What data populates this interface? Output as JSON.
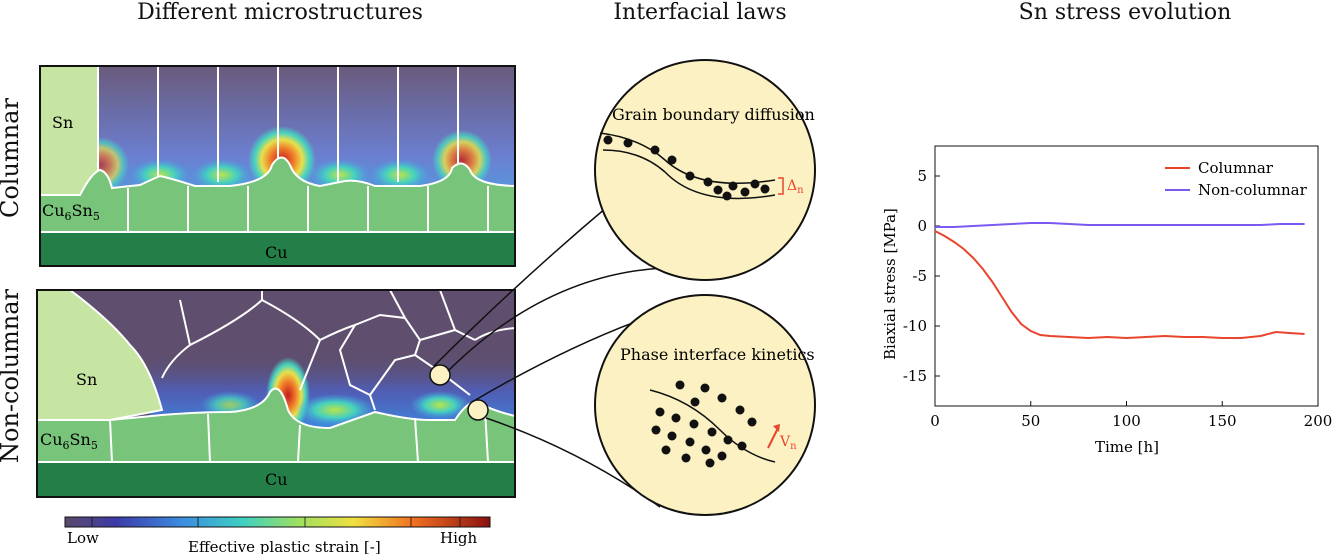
{
  "titles": {
    "left": "Different microstructures",
    "middle": "Interfacial laws",
    "right": "Sn stress evolution"
  },
  "side_labels": {
    "top": "Columnar",
    "bottom": "Non-columnar"
  },
  "colors": {
    "columnar": "#e8452c",
    "non_columnar": "#7a5af0",
    "sn_phase": "#c6e4a2",
    "imc_phase": "#77c47a",
    "cu_phase": "#237f47",
    "circle_fill": "#fbf1c2",
    "strain_low": "#5f4e6d",
    "delta_color": "#e8452c"
  },
  "phases": {
    "sn": "Sn",
    "imc_main": "Cu",
    "imc_sub1": "6",
    "imc_mid": "Sn",
    "imc_sub2": "5",
    "cu": "Cu"
  },
  "colorbar": {
    "label": "Effective plastic strain [-]",
    "low": "Low",
    "high": "High"
  },
  "interfacial": {
    "gb_diffusion": "Grain boundary diffusion",
    "delta_symbol": "Δ",
    "delta_sub": "n",
    "phase_kinetics": "Phase interface kinetics",
    "velocity_symbol": "V",
    "velocity_sub": "n"
  },
  "chart_data": {
    "type": "line",
    "xlabel": "Time [h]",
    "ylabel": "Biaxial stress [MPa]",
    "xlim": [
      0,
      200
    ],
    "ylim": [
      -18,
      8
    ],
    "xticks": [
      0,
      50,
      100,
      150,
      200
    ],
    "yticks": [
      5,
      0,
      -5,
      -10,
      -15
    ],
    "legend_position": "top-right",
    "series": [
      {
        "name": "Columnar",
        "color": "#e8452c",
        "x": [
          0,
          5,
          10,
          15,
          20,
          25,
          30,
          35,
          40,
          45,
          50,
          55,
          60,
          70,
          80,
          90,
          100,
          110,
          120,
          130,
          140,
          150,
          160,
          170,
          178,
          185,
          193
        ],
        "y": [
          -0.5,
          -1.0,
          -1.6,
          -2.3,
          -3.2,
          -4.3,
          -5.6,
          -7.1,
          -8.6,
          -9.8,
          -10.5,
          -10.9,
          -11.0,
          -11.1,
          -11.2,
          -11.1,
          -11.2,
          -11.1,
          -11.0,
          -11.1,
          -11.1,
          -11.2,
          -11.2,
          -11.0,
          -10.6,
          -10.7,
          -10.8
        ]
      },
      {
        "name": "Non-columnar",
        "color": "#7a5af0",
        "x": [
          0,
          10,
          20,
          30,
          40,
          50,
          60,
          70,
          80,
          90,
          100,
          110,
          120,
          130,
          140,
          150,
          160,
          170,
          180,
          193
        ],
        "y": [
          -0.1,
          -0.1,
          0.0,
          0.1,
          0.2,
          0.3,
          0.3,
          0.2,
          0.1,
          0.1,
          0.1,
          0.1,
          0.1,
          0.1,
          0.1,
          0.1,
          0.1,
          0.1,
          0.2,
          0.2
        ]
      }
    ]
  }
}
